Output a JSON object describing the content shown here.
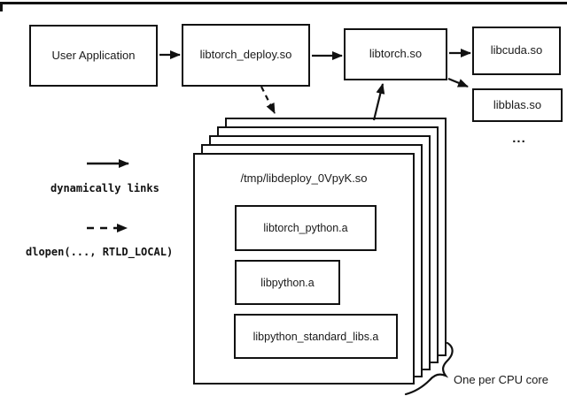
{
  "diagram": {
    "nodes": {
      "user_application": "User Application",
      "libtorch_deploy": "libtorch_deploy.so",
      "libtorch": "libtorch.so",
      "libcuda": "libcuda.so",
      "libblas": "libblas.so",
      "more_libs_ellipsis": "..."
    },
    "stack": {
      "title": "/tmp/libdeploy_0VpyK.so",
      "inner": [
        {
          "label": "libtorch_python.a"
        },
        {
          "label": "libpython.a"
        },
        {
          "label": "libpython_standard_libs.a"
        }
      ],
      "caption": "One per CPU core"
    },
    "legend": {
      "solid_label": "dynamically links",
      "dashed_label": "dlopen(..., RTLD_LOCAL)"
    },
    "colors": {
      "line": "#111111",
      "background": "#ffffff"
    }
  }
}
